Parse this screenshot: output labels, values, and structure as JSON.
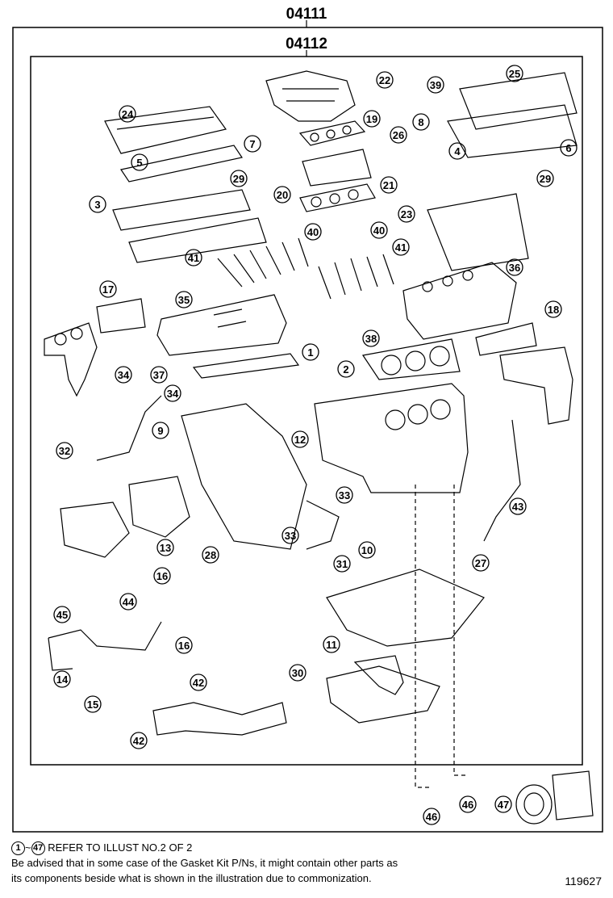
{
  "codes": {
    "outer": "04111",
    "inner": "04112"
  },
  "note": {
    "ref_start": "1",
    "tilde": "~",
    "ref_end": "47",
    "ref_text": "REFER TO ILLUST NO.2 OF 2",
    "line1": "Be advised that in some case of the Gasket Kit P/Ns,  it might contain other parts as",
    "line2": "its components beside what is shown in the illustration due to commonization."
  },
  "illustration_number": "119627",
  "callouts": [
    "22",
    "24",
    "39",
    "25",
    "19",
    "8",
    "26",
    "7",
    "4",
    "6",
    "5",
    "29",
    "29",
    "21",
    "3",
    "20",
    "23",
    "40",
    "40",
    "41",
    "41",
    "36",
    "17",
    "35",
    "18",
    "1",
    "38",
    "2",
    "37",
    "34",
    "34",
    "9",
    "12",
    "32",
    "33",
    "43",
    "33",
    "13",
    "28",
    "10",
    "31",
    "27",
    "16",
    "44",
    "45",
    "16",
    "11",
    "14",
    "42",
    "30",
    "15",
    "42",
    "46",
    "46",
    "47"
  ]
}
